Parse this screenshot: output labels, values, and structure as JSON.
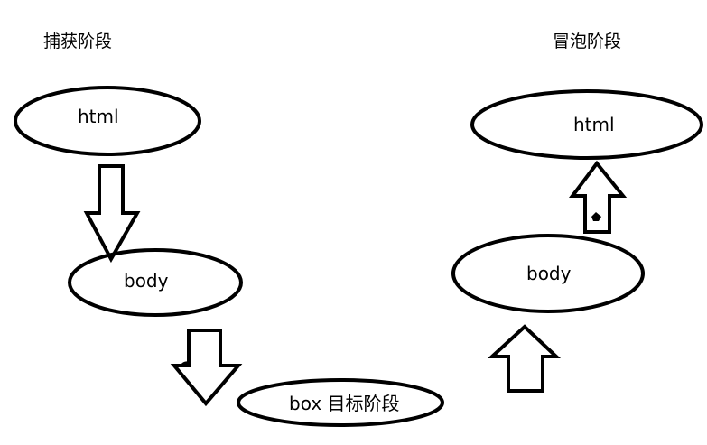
{
  "capture": {
    "title": "捕获阶段",
    "nodes": [
      "html",
      "body",
      "box 目标阶段"
    ]
  },
  "bubble": {
    "title": "冒泡阶段",
    "nodes": [
      "body",
      "html"
    ]
  },
  "colors": {
    "stroke": "#000000",
    "background": "#ffffff"
  }
}
